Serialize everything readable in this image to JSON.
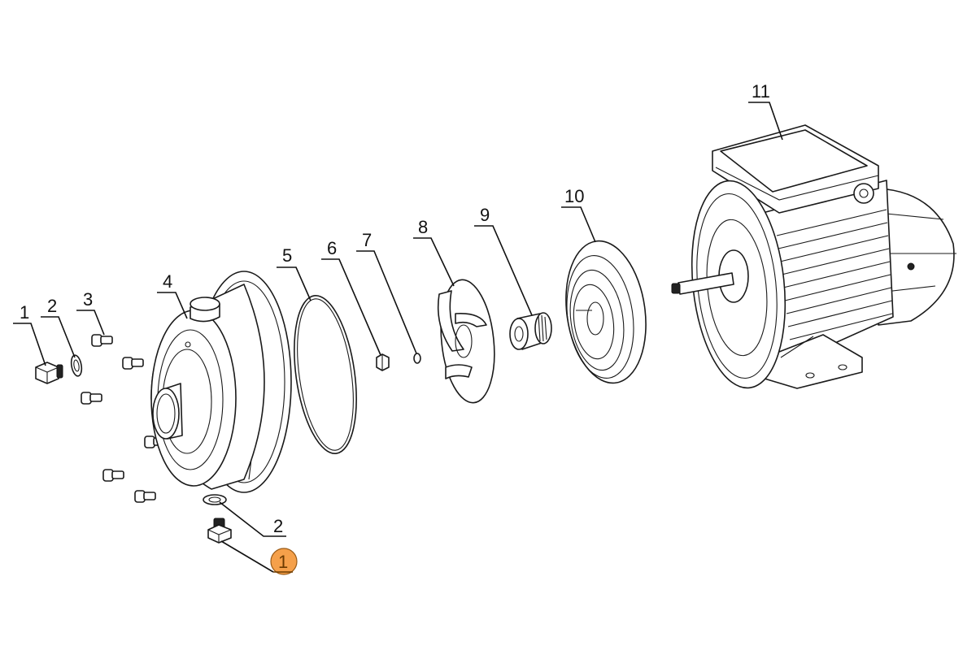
{
  "diagram": {
    "type": "exploded-view",
    "subject": "centrifugal pump and motor assembly",
    "background_color": "#ffffff",
    "line_color": "#1a1a1a",
    "highlight_color": "#f5a04a",
    "callouts": [
      {
        "id": "c1a",
        "label": "1",
        "part": "drain-plug",
        "highlighted": false
      },
      {
        "id": "c2a",
        "label": "2",
        "part": "sealing-washer",
        "highlighted": false
      },
      {
        "id": "c3",
        "label": "3",
        "part": "cap-screw",
        "highlighted": false
      },
      {
        "id": "c4",
        "label": "4",
        "part": "pump-housing",
        "highlighted": false
      },
      {
        "id": "c5",
        "label": "5",
        "part": "o-ring",
        "highlighted": false
      },
      {
        "id": "c6",
        "label": "6",
        "part": "impeller-nut",
        "highlighted": false
      },
      {
        "id": "c7",
        "label": "7",
        "part": "spring-washer",
        "highlighted": false
      },
      {
        "id": "c8",
        "label": "8",
        "part": "impeller",
        "highlighted": false
      },
      {
        "id": "c9",
        "label": "9",
        "part": "mechanical-seal",
        "highlighted": false
      },
      {
        "id": "c10",
        "label": "10",
        "part": "seal-plate",
        "highlighted": false
      },
      {
        "id": "c11",
        "label": "11",
        "part": "electric-motor",
        "highlighted": false
      },
      {
        "id": "c2b",
        "label": "2",
        "part": "sealing-washer",
        "highlighted": false
      },
      {
        "id": "c1b",
        "label": "1",
        "part": "drain-plug",
        "highlighted": true
      }
    ]
  }
}
